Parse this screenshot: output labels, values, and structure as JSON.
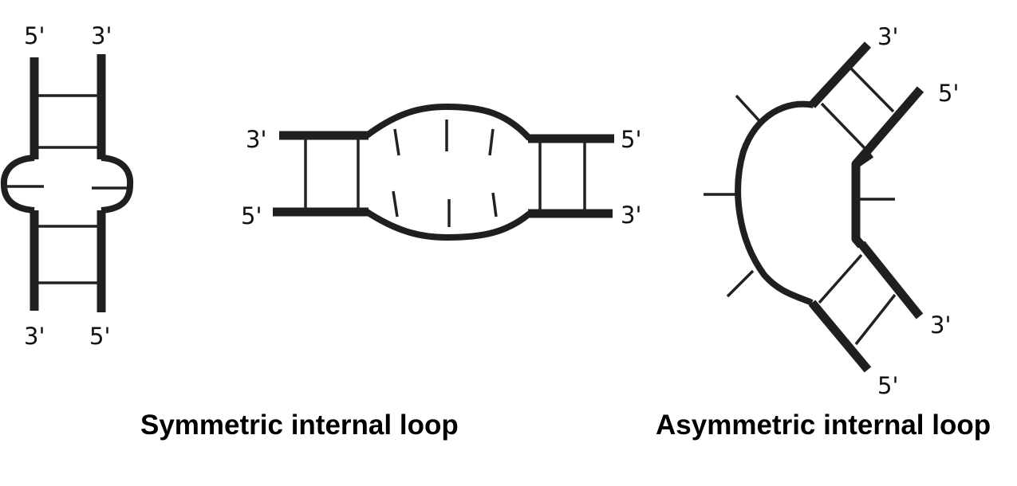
{
  "captions": {
    "symmetric": "Symmetric internal loop",
    "asymmetric": "Asymmetric internal loop"
  },
  "labels": {
    "five_prime": "5'",
    "three_prime": "3'"
  }
}
